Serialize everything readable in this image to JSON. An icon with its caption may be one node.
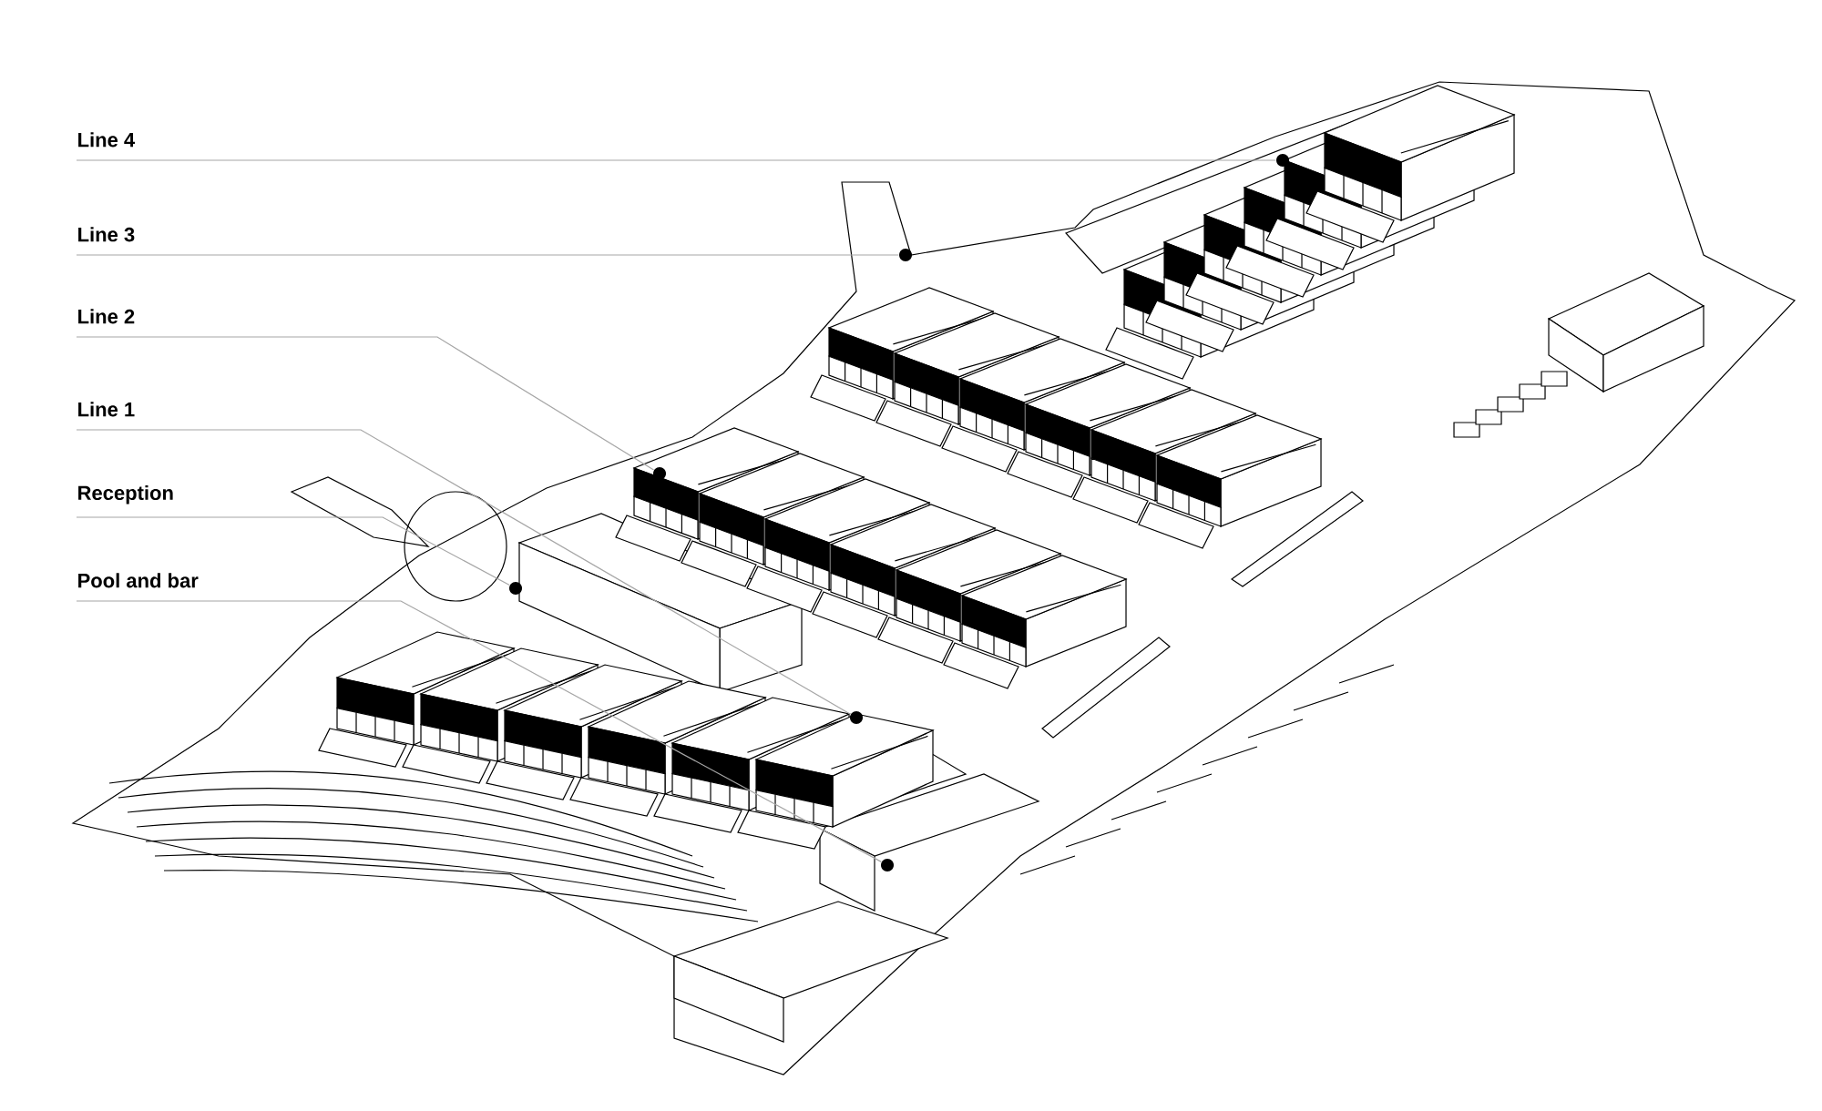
{
  "diagram": {
    "nodes": [
      {
        "text": [
          "Line 4"
        ]
      },
      {
        "text": [
          "Line 3"
        ]
      },
      {
        "text": [
          "Line 2"
        ]
      },
      {
        "text": [
          "Line 1"
        ]
      },
      {
        "text": [
          "Reception"
        ]
      },
      {
        "text": [
          "Pool and bar"
        ]
      },
      {
        "text": [],
        "shape": "circle"
      },
      {
        "text": [],
        "shape": "circle"
      },
      {
        "text": [],
        "shape": "circle"
      },
      {
        "text": [],
        "shape": "circle"
      },
      {
        "text": [],
        "shape": "circle"
      },
      {
        "text": [],
        "shape": "circle"
      }
    ],
    "edges": [
      {
        "from": 0,
        "to": 6,
        "arrow": "none"
      },
      {
        "from": 1,
        "to": 7,
        "arrow": "none"
      },
      {
        "from": 2,
        "to": 8,
        "arrow": "none"
      },
      {
        "from": 3,
        "to": 9,
        "arrow": "none"
      },
      {
        "from": 4,
        "to": 10,
        "arrow": "none"
      },
      {
        "from": 5,
        "to": 11,
        "arrow": "none"
      }
    ]
  }
}
